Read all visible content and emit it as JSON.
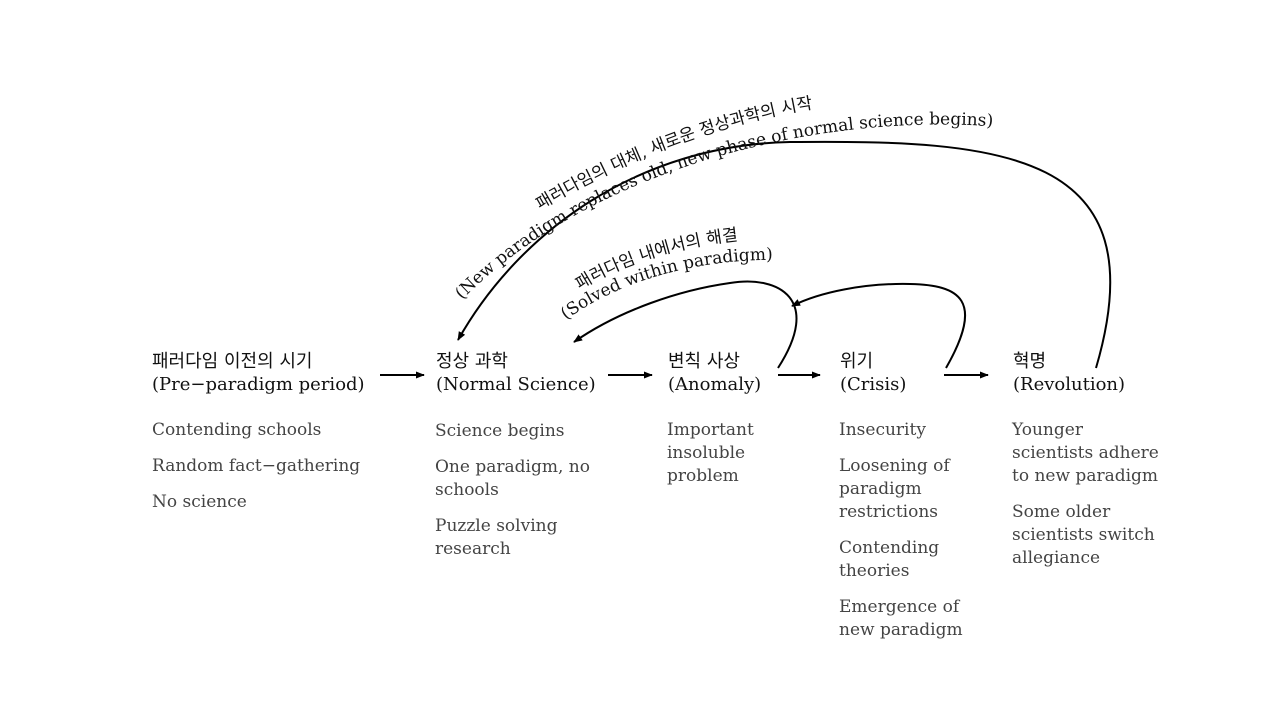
{
  "stages": [
    {
      "id": "pre-paradigm",
      "title_ko": "패러다임 이전의 시기",
      "title_en": "(Pre−paradigm period)",
      "items": [
        "Contending schools",
        "Random fact−gathering",
        "No science"
      ]
    },
    {
      "id": "normal-science",
      "title_ko": "정상 과학",
      "title_en": "(Normal Science)",
      "items": [
        "Science begins",
        "One paradigm, no schools",
        "Puzzle solving research"
      ]
    },
    {
      "id": "anomaly",
      "title_ko": "변칙 사상",
      "title_en": "(Anomaly)",
      "items": [
        "Important insoluble problem"
      ]
    },
    {
      "id": "crisis",
      "title_ko": "위기",
      "title_en": "(Crisis)",
      "items": [
        "Insecurity",
        "Loosening of paradigm restrictions",
        "Contending theories",
        "Emergence of new paradigm"
      ]
    },
    {
      "id": "revolution",
      "title_ko": "혁명",
      "title_en": "(Revolution)",
      "items": [
        "Younger scientists adhere to new paradigm",
        "Some older scientists switch allegiance"
      ]
    }
  ],
  "arcs": {
    "paradigm_replacement": {
      "label_ko": "패러다임의 대체, 새로운 정상과학의 시작",
      "label_en": "(New paradigm replaces old, new phase of normal science begins)"
    },
    "solved_within": {
      "label_ko": "패러다임 내에서의 해결",
      "label_en": "(Solved within paradigm)"
    }
  },
  "colors": {
    "title": "#111111",
    "bullet": "#444444",
    "arrow": "#000000"
  }
}
